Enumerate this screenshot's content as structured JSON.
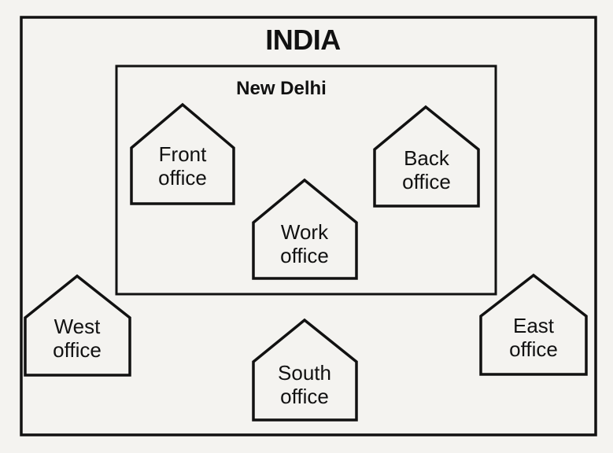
{
  "diagram": {
    "title": "INDIA",
    "region_label": "New Delhi",
    "offices": [
      {
        "id": "front",
        "line1": "Front",
        "line2": "office"
      },
      {
        "id": "back",
        "line1": "Back",
        "line2": "office"
      },
      {
        "id": "work",
        "line1": "Work",
        "line2": "office"
      },
      {
        "id": "west",
        "line1": "West",
        "line2": "office"
      },
      {
        "id": "south",
        "line1": "South",
        "line2": "office"
      },
      {
        "id": "east",
        "line1": "East",
        "line2": "office"
      }
    ],
    "colors": {
      "background": "#f4f3f0",
      "stroke": "#111111",
      "text": "#111111"
    }
  }
}
